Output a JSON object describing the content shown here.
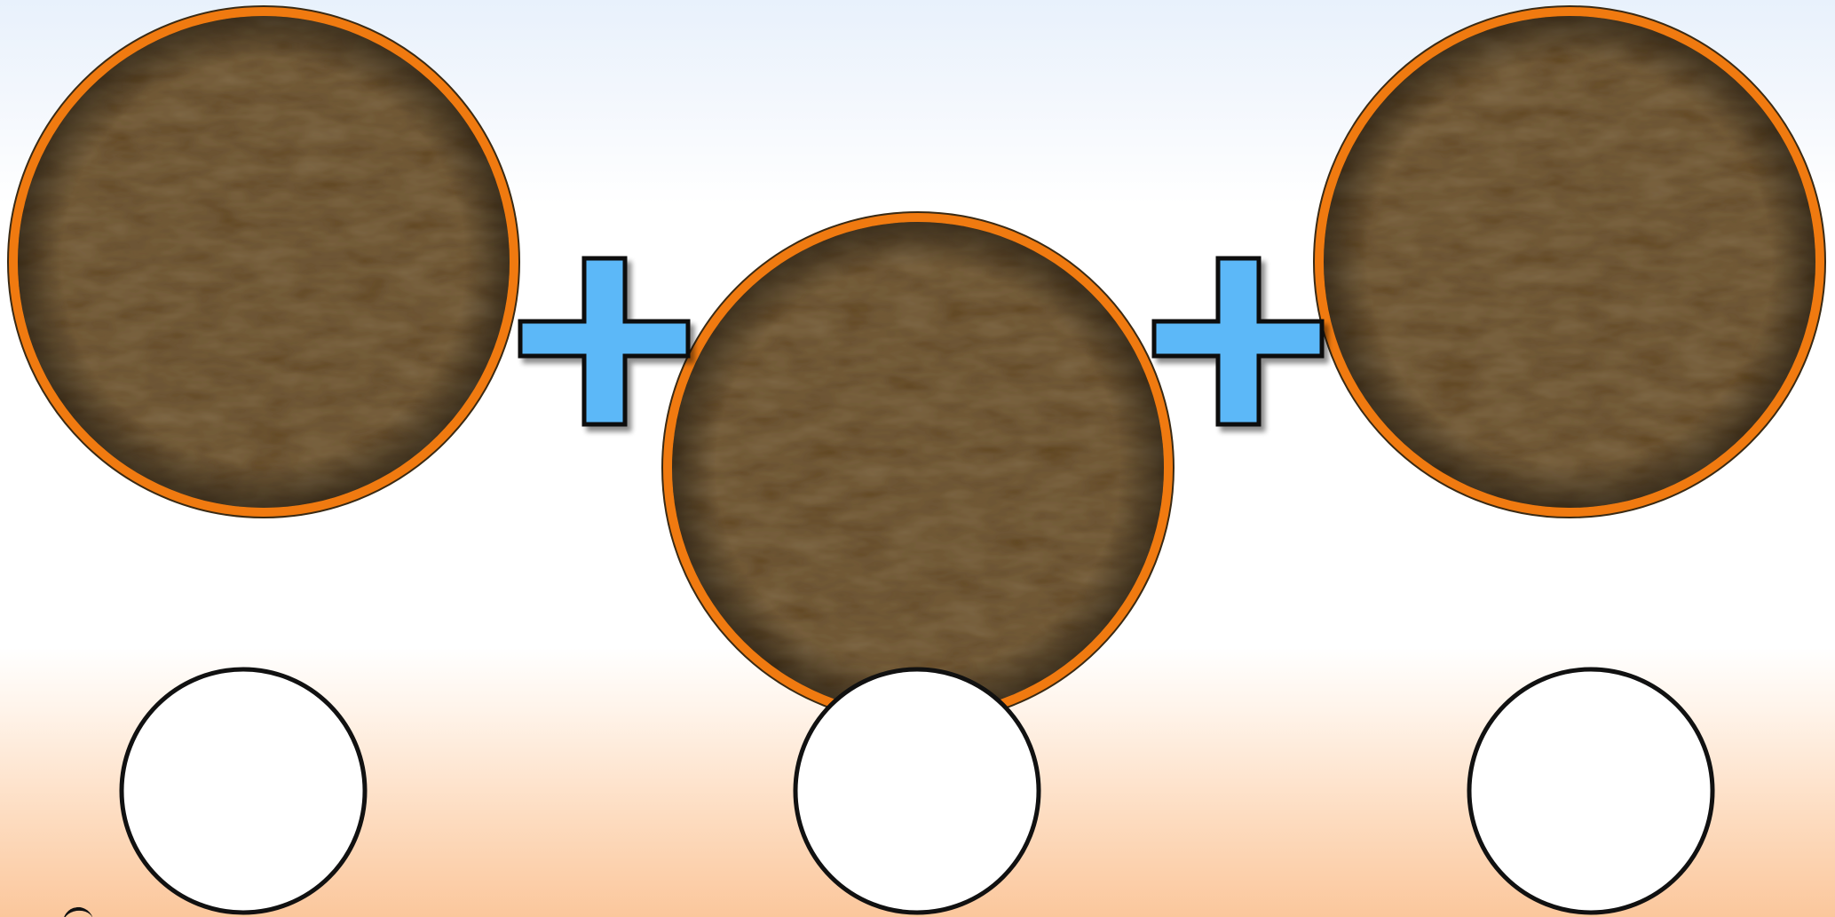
{
  "scene": {
    "background_top": "#e8f1fc",
    "background_bottom": "#fbc79c",
    "circle_fill": "#5e4424",
    "circle_rim": "#f07a10",
    "operator_color": "#5cb8f8",
    "answer_box_fill": "#ffffff",
    "outline_color": "#111111"
  },
  "equation": {
    "counters": [
      {
        "name": "left",
        "icon": "cookie-counter-icon"
      },
      {
        "name": "middle",
        "icon": "cookie-counter-icon"
      },
      {
        "name": "right",
        "icon": "cookie-counter-icon"
      }
    ],
    "operators": [
      {
        "symbol": "plus",
        "icon": "plus-icon"
      },
      {
        "symbol": "plus",
        "icon": "plus-icon"
      }
    ],
    "answer_slots": [
      {
        "name": "left",
        "value": ""
      },
      {
        "name": "middle",
        "value": ""
      },
      {
        "name": "right",
        "value": ""
      }
    ]
  }
}
